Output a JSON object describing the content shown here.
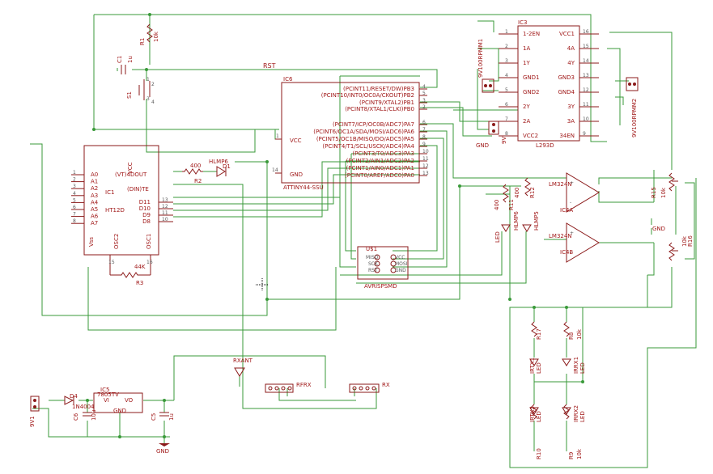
{
  "nets": {
    "rst": "RST",
    "gnd": "GND"
  },
  "parts": {
    "r1": {
      "name": "R1",
      "value": "10k"
    },
    "c1": {
      "name": "C1",
      "value": "1u"
    },
    "s1": {
      "name": "S1"
    },
    "r2": {
      "name": "R2",
      "value": "400"
    },
    "d1": {
      "name": "D1",
      "value": "HLMP6"
    },
    "r3": {
      "name": "R3",
      "value": "44K"
    },
    "ic6": {
      "name": "IC6",
      "part": "ATTINY44-SSU",
      "vcc": "VCC",
      "gnd": "GND",
      "pins": [
        {
          "label": "(PCINT11/RESET/DW)PB3",
          "num": "4"
        },
        {
          "label": "(PCINT10/INT0/OC0A/CKOUT)PB2",
          "num": "5"
        },
        {
          "label": "(PCINT9/XTAL2)PB1",
          "num": "3"
        },
        {
          "label": "(PCINT8/XTAL1/CLKI)PB0",
          "num": "2"
        },
        {
          "label": "(PCINT7/ICP/OC0B/ADC7)PA7",
          "num": "6"
        },
        {
          "label": "(PCINT6/OC1A/SDA/MOSI/ADC6)PA6",
          "num": "7"
        },
        {
          "label": "(PCINT5/OC1B/MISO/DO/ADC5)PA5",
          "num": "8"
        },
        {
          "label": "(PCINT4/T1/SCL/USCK/ADC4)PA4",
          "num": "9"
        },
        {
          "label": "(PCINT3/T0/ADC3)PA3",
          "num": "10"
        },
        {
          "label": "(PCINT2/AIN1/ADC2)PA2",
          "num": "11"
        },
        {
          "label": "(PCINT1/AIN0/ADC1)PA1",
          "num": "12"
        },
        {
          "label": "(PCINT0/AREF/ADC0)PA0",
          "num": "13"
        }
      ]
    },
    "ic1": {
      "name": "IC1",
      "part": "HT12D",
      "vcc": "VCC",
      "vdout": "(VT)4DOUT",
      "din_te": "(DIN)TE",
      "vss": "Vss",
      "osc2": "OSC2",
      "osc1": "OSC1",
      "left_pins": [
        {
          "label": "A0",
          "num": "1"
        },
        {
          "label": "A1",
          "num": "2"
        },
        {
          "label": "A2",
          "num": "3"
        },
        {
          "label": "A3",
          "num": "4"
        },
        {
          "label": "A4",
          "num": "5"
        },
        {
          "label": "A5",
          "num": "6"
        },
        {
          "label": "A6",
          "num": "7"
        },
        {
          "label": "A7",
          "num": "8"
        }
      ],
      "right_pins": [
        {
          "label": "D11",
          "num": "13"
        },
        {
          "label": "D10",
          "num": "12"
        },
        {
          "label": "D9",
          "num": "11"
        },
        {
          "label": "D8",
          "num": "10"
        }
      ]
    },
    "isp": {
      "name": "U$1",
      "part": "AVRISPSMD"
    },
    "ic3": {
      "name": "IC3",
      "part": "L293D",
      "left_pins": [
        {
          "label": "1-2EN",
          "num": "1"
        },
        {
          "label": "1A",
          "num": "2"
        },
        {
          "label": "1Y",
          "num": "3"
        },
        {
          "label": "GND1",
          "num": "4"
        },
        {
          "label": "GND2",
          "num": "5"
        },
        {
          "label": "2Y",
          "num": "6"
        },
        {
          "label": "2A",
          "num": "7"
        },
        {
          "label": "VCC2",
          "num": "8"
        }
      ],
      "right_pins": [
        {
          "label": "VCC1",
          "num": "16"
        },
        {
          "label": "4A",
          "num": "15"
        },
        {
          "label": "4Y",
          "num": "14"
        },
        {
          "label": "GND3",
          "num": "13"
        },
        {
          "label": "GND4",
          "num": "12"
        },
        {
          "label": "3Y",
          "num": "11"
        },
        {
          "label": "3A",
          "num": "10"
        },
        {
          "label": "34EN",
          "num": "9"
        }
      ]
    },
    "motor1": {
      "name": "9V100RPMM1"
    },
    "motor2": {
      "name": "9V100RPMM2"
    },
    "supply9v": {
      "name": "9V",
      "gnd": "GND"
    },
    "ic4a": {
      "name": "IC4A",
      "part": "LM324N"
    },
    "ic4b": {
      "name": "IC4B",
      "part": "LM324N"
    },
    "r11": {
      "name": "R11",
      "value": "400"
    },
    "r12": {
      "name": "R12",
      "value": "400"
    },
    "lamp6": {
      "name": "HLMP6",
      "value": "LED"
    },
    "lamp5": {
      "name": "HLMP5"
    },
    "r15": {
      "name": "R15",
      "value": "10k"
    },
    "r16": {
      "name": "R16",
      "value": "10k"
    },
    "r17": {
      "name": "R17"
    },
    "r8": {
      "name": "R8",
      "value": "10k"
    },
    "r10": {
      "name": "R10"
    },
    "r9": {
      "name": "R9",
      "value": "10k"
    },
    "ledrx1": {
      "name": "IRTX1",
      "part": "LED"
    },
    "ledrx2": {
      "name": "IRRX1",
      "part": "LED"
    },
    "ledtx1": {
      "name": "IRTX2",
      "part": "LED"
    },
    "ledtx2": {
      "name": "IRRX2",
      "part": "LED"
    },
    "rxant": {
      "name": "RXANT"
    },
    "rfrx": {
      "name": "RFRX"
    },
    "rx": {
      "name": "RX"
    },
    "v1": {
      "name": "9V1"
    },
    "d4": {
      "name": "D4",
      "value": "1N4004"
    },
    "ic5": {
      "name": "IC5",
      "part": "7805TV",
      "vi": "VI",
      "vo": "VO",
      "gnd": "GND"
    },
    "c6": {
      "name": "C6",
      "value": "10u"
    },
    "c5": {
      "name": "C5",
      "value": "1u"
    }
  }
}
